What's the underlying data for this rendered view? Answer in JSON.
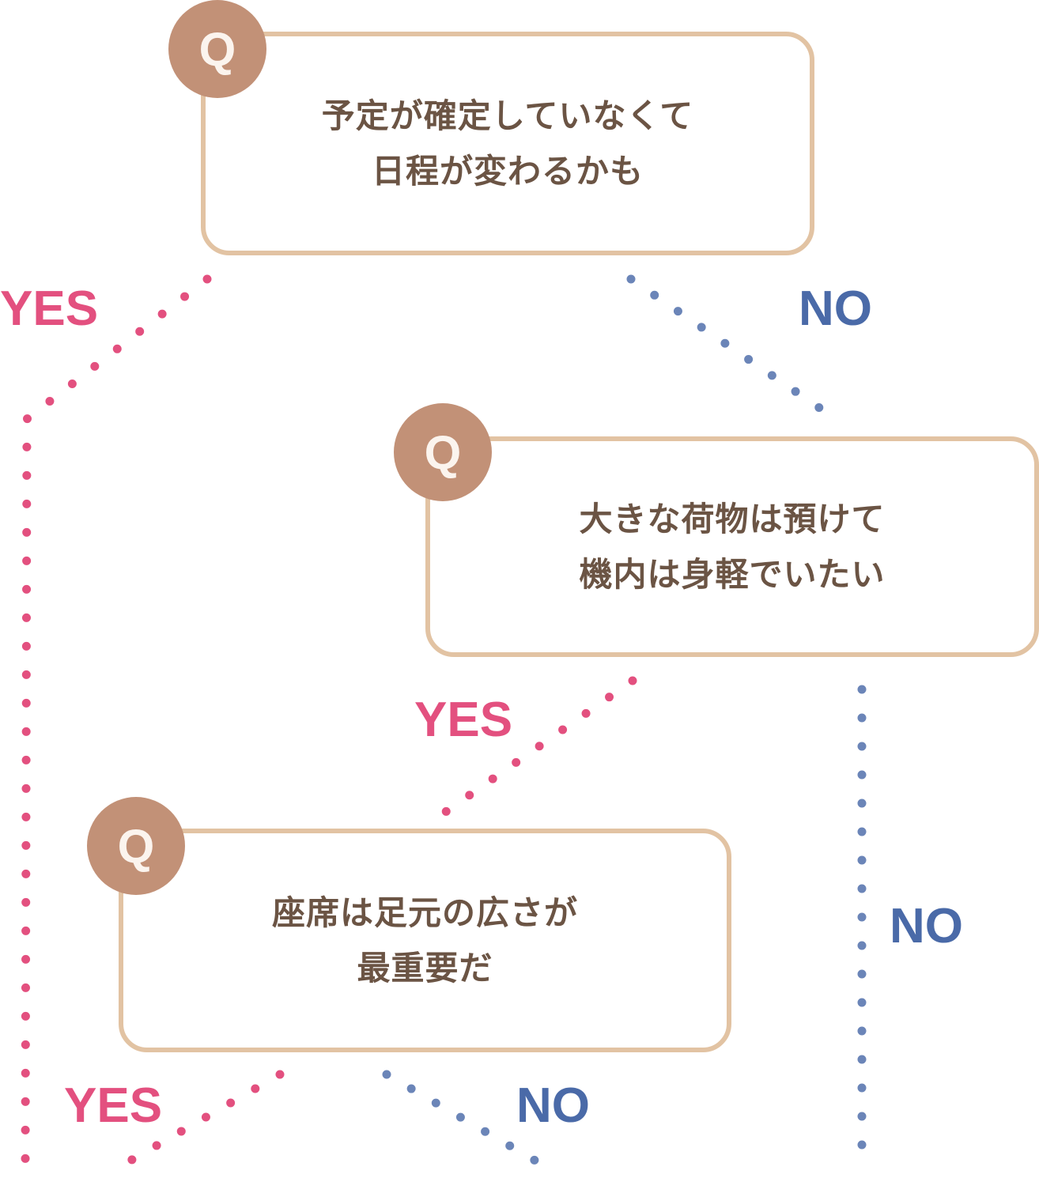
{
  "colors": {
    "yes": "#e3507f",
    "no": "#4a6aa8",
    "box_border": "#e2c3a3",
    "q_badge": "#c29177",
    "text": "#6b5444"
  },
  "questions": [
    {
      "badge": "Q",
      "lines": [
        "予定が確定していなくて",
        "日程が変わるかも"
      ]
    },
    {
      "badge": "Q",
      "lines": [
        "大きな荷物は預けて",
        "機内は身軽でいたい"
      ]
    },
    {
      "badge": "Q",
      "lines": [
        "座席は足元の広さが",
        "最重要だ"
      ]
    }
  ],
  "labels": {
    "q1_yes": "YES",
    "q1_no": "NO",
    "q2_yes": "YES",
    "q2_no": "NO",
    "q3_yes": "YES",
    "q3_no": "NO"
  }
}
